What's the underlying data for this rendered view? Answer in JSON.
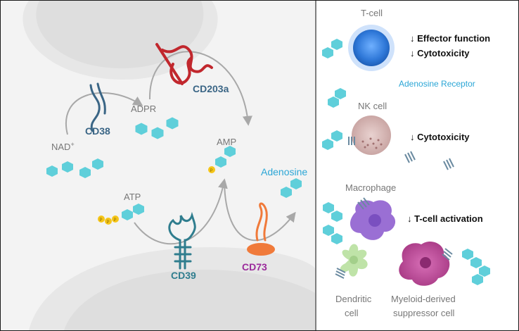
{
  "pathway": {
    "nad": "NAD",
    "nad_sup": "+",
    "cd38": "CD38",
    "adpr": "ADPR",
    "cd203a": "CD203a",
    "amp": "AMP",
    "atp": "ATP",
    "adenosine": "Adenosine",
    "cd39": "CD39",
    "cd73": "CD73",
    "phosphate": "P"
  },
  "cells": {
    "tcell": {
      "label": "T-cell",
      "effect1": "↓ Effector function",
      "effect2": "↓ Cytotoxicity",
      "receptor": "Adenosine Receptor"
    },
    "nkcell": {
      "label": "NK cell",
      "effect": "↓ Cytotoxicity"
    },
    "macrophage": {
      "label": "Macrophage",
      "effect": "↓ T-cell activation"
    },
    "dendritic": {
      "label_line1": "Dendritic",
      "label_line2": "cell"
    },
    "mdsc": {
      "label_line1": "Myeloid-derived",
      "label_line2": "suppressor cell"
    }
  },
  "colors": {
    "molecule": "#5fcfda",
    "cd38": "#3a6585",
    "cd203a": "#c1272d",
    "cd39": "#2f7d8e",
    "cd73_shape": "#f07a3a",
    "cd73_text": "#9b2a9b",
    "adenosine_text": "#2ba6d6",
    "receptor_text": "#2ba6d6",
    "tcell": "#3b82d6",
    "nkcell": "#d8b6b6",
    "macrophage": "#9a6fd4",
    "dendritic": "#bfe3a8",
    "mdsc": "#c44a9c"
  }
}
